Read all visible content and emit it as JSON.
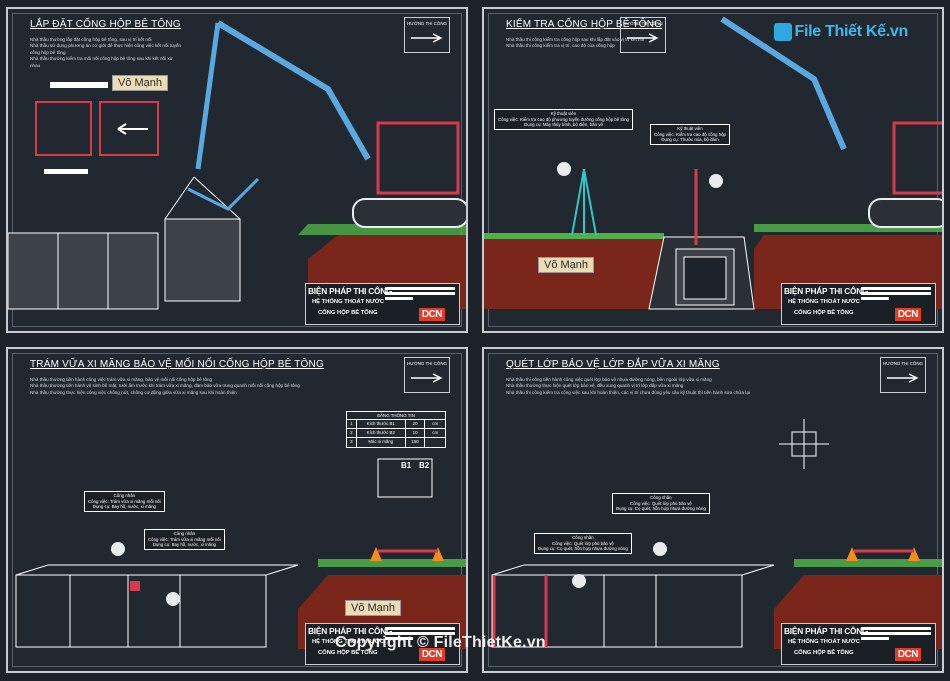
{
  "panels": [
    {
      "title": "LẮP ĐẶT CỐNG HỘP BÊ TÔNG",
      "notes": [
        "Nhà thầu thường lắp đặt cống hộp bê tông, sau vị trí kết nối",
        "Nhà thầu sử dụng phương án cơ giới để thực hiện công việc kết nối tuyến",
        "cống hộp bê tông",
        "Nhà thầu thường kiểm tra mối nối cống hộp bê tông sau khi kết nối xử",
        "nhau"
      ],
      "callouts": []
    },
    {
      "title": "KIỂM TRA CỐNG HỘP BÊ TÔNG",
      "notes": [
        "Nhà thầu thi công kiểm tra cống hộp sau khi lắp đặt vào vị trí kết nối",
        "Nhà thầu thi công kiểm tra vị trí, cao độ của cống hộp"
      ],
      "callouts": [
        {
          "lines": [
            "Kỹ thuật viên",
            "Công việc: Kiểm tra cao độ phương tuyến đường cống hộp bê tông",
            "Dụng cụ: Máy thủy bình, bộ điện, bản vẽ"
          ]
        },
        {
          "lines": [
            "Kỹ thuật viên",
            "Công việc: Kiểm tra cao độ cống hộp",
            "Dụng cụ: Thước mia, bộ đàm"
          ]
        }
      ]
    },
    {
      "title": "TRÁM VỮA XI MĂNG BẢO VỆ MỐI NỐI CỐNG HỘP BÊ TÔNG",
      "notes": [
        "Nhà thầu thường tiến hành công việc trám vữa xi măng, bảo vệ mối nối cống hộp bê tông",
        "Nhà thầu thường tiến hành vệ sinh bề mặt, tưới ẩm trước khi trám vữa xi măng, đảm bảo vữa trung quanh mối nối cống hộp bê tông",
        "Nhà thầu thường thực hiện công việc chống nứt, chống cơ động giữa vữa xi măng sau khi hoàn thiện"
      ],
      "callouts": [
        {
          "lines": [
            "Công nhân",
            "Công việc: Trám vữa xi măng mối nối",
            "Dụng cụ: Bay hồ, nước, xi măng"
          ]
        },
        {
          "lines": [
            "Công nhân",
            "Công việc: Trám vữa xi măng mối nối",
            "Dụng cụ: Bay hồ, nước, xi măng"
          ]
        }
      ],
      "info_table": {
        "title": "BẢNG THÔNG TIN",
        "rows": [
          [
            "1",
            "Kích thước B1",
            "20",
            "cm"
          ],
          [
            "2",
            "Kích thước B2",
            "10",
            "cm"
          ],
          [
            "3",
            "Mác xi măng",
            "150",
            ""
          ]
        ]
      },
      "dims": [
        "B1",
        "B2"
      ]
    },
    {
      "title": "QUÉT LỚP BẢO VỆ LỚP ĐẮP VỮA XI MĂNG",
      "notes": [
        "Nhà thầu thi công tiến hành công việc quét lớp bảo vệ nhựa đường nóng, bên ngoài lớp vữa xi măng",
        "Nhà thầu thường thực hiện quét lớp bảo vệ, đều xung quanh vị trí lớp đắp vữa xi măng",
        "Nhà thầu thi công kiểm tra công việc sau khi hoàn thiện, các vị trí chưa đúng yêu cầu kỹ thuật thì tiến hành sửa chữa lại"
      ],
      "callouts": [
        {
          "lines": [
            "Công nhân",
            "Công việc: Quét lớp phủ bảo vệ",
            "Dụng cụ: Cọ quét, hỗn hợp nhựa đường nóng"
          ]
        },
        {
          "lines": [
            "Công nhân",
            "Công việc: Quét lớp phủ bảo vệ",
            "Dụng cụ: Cọ quét, hỗn hợp nhựa đường nóng"
          ]
        }
      ]
    }
  ],
  "direction_label": "HƯỚNG THI CÔNG",
  "title_block": {
    "line1": "BIỆN PHÁP THI CÔNG",
    "line2": "HỆ THỐNG THOÁT NƯỚC",
    "line3": "CỐNG HỘP BÊ TÔNG",
    "logo": "DCN"
  },
  "watermark_name": "Võ Mạnh",
  "site_logo": "File Thiết Kế.vn",
  "copyright": "Copyright © FileThietKe.vn",
  "colors": {
    "background": "#1e2329",
    "soil": "#8a2a1c",
    "grass": "#4fb04a",
    "excavator": "#d83a4a",
    "boom": "#5aa8e0",
    "logo_red": "#e53b26"
  }
}
